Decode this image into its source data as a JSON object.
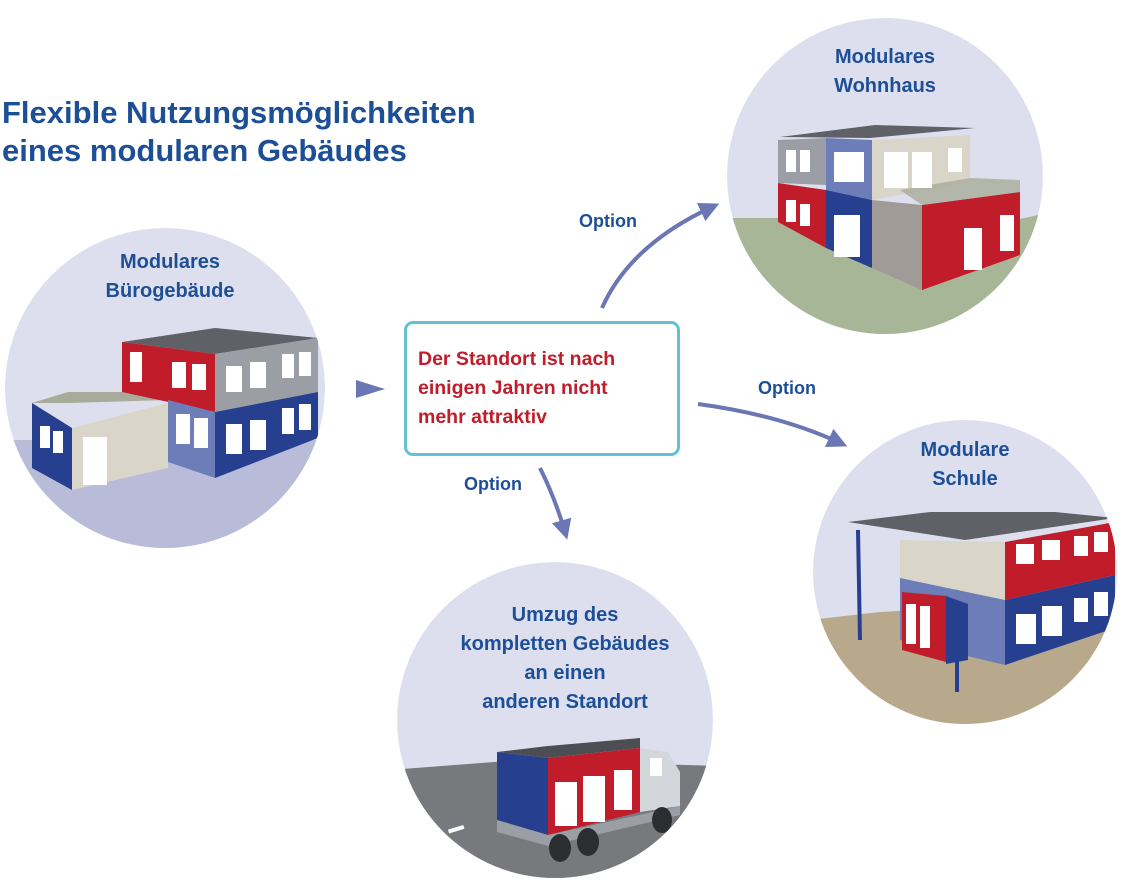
{
  "title": {
    "line1": "Flexible Nutzungsmöglichkeiten",
    "line2": "eines modularen Gebäudes"
  },
  "center": {
    "lines": [
      "Der Standort ist nach",
      "einigen Jahren nicht",
      "mehr attraktiv"
    ]
  },
  "nodes": {
    "office": {
      "lines": [
        "Modulares",
        "Bürogebäude"
      ]
    },
    "residential": {
      "lines": [
        "Modulares",
        "Wohnhaus"
      ]
    },
    "school": {
      "lines": [
        "Modulare",
        "Schule"
      ]
    },
    "relocation": {
      "lines": [
        "Umzug des",
        "kompletten Gebäudes",
        "an einen",
        "anderen Standort"
      ]
    }
  },
  "options": {
    "to_residential": "Option",
    "to_school": "Option",
    "to_relocation": "Option"
  },
  "colors": {
    "title_blue": "#1d4f96",
    "accent_red": "#c01c2a",
    "box_border": "#62c2d2",
    "circle_bg": "#dddfee",
    "arrow": "#6b77b4"
  }
}
